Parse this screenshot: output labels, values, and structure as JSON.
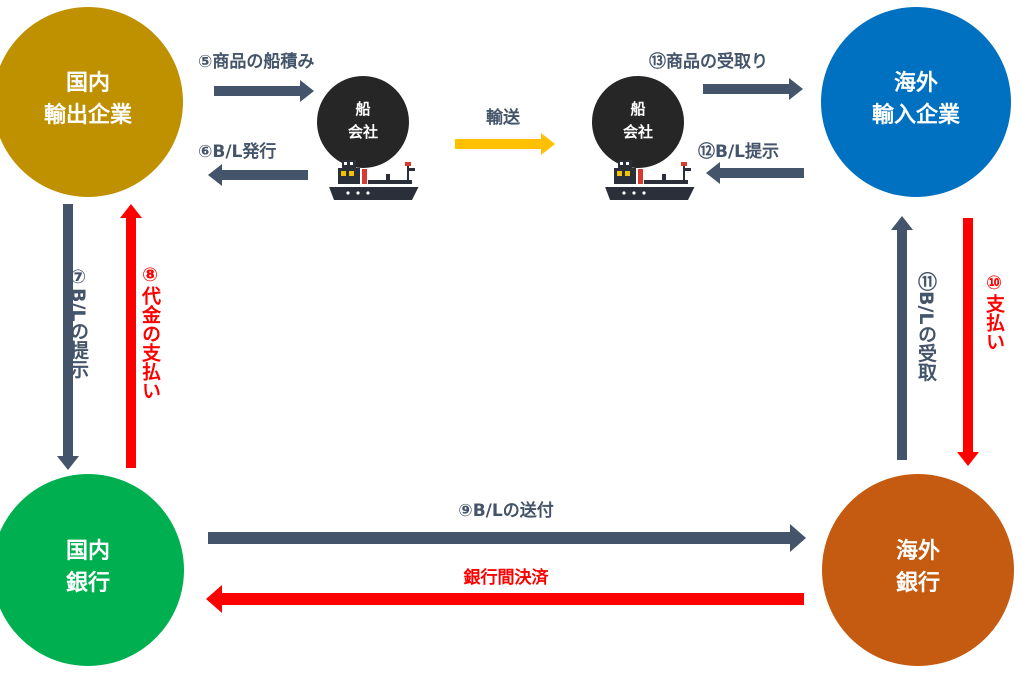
{
  "colors": {
    "domestic_exporter": "#BF9000",
    "overseas_importer": "#0070C0",
    "domestic_bank": "#00B050",
    "overseas_bank": "#C55A11",
    "carrier": "#262626",
    "arrow_dark": "#44546A",
    "arrow_red": "#FF0000",
    "arrow_yellow": "#FFC000",
    "node_text": "#FFFFFF"
  },
  "nodes": {
    "domestic_exporter": {
      "line1": "国内",
      "line2": "輸出企業"
    },
    "overseas_importer": {
      "line1": "海外",
      "line2": "輸入企業"
    },
    "domestic_bank": {
      "line1": "国内",
      "line2": "銀行"
    },
    "overseas_bank": {
      "line1": "海外",
      "line2": "銀行"
    },
    "carrier_left": {
      "line1": "船",
      "line2": "会社"
    },
    "carrier_right": {
      "line1": "船",
      "line2": "会社"
    }
  },
  "flows": {
    "step5": "⑤商品の船積み",
    "step6": "⑥B/L発行",
    "transport": "輸送",
    "step13": "⑬商品の受取り",
    "step12": "⑫B/L提示",
    "step7": "⑦B/Lの提示",
    "step8": "⑧代金の支払い",
    "step11": "⑪B/Lの受取",
    "step10": "⑩支払い",
    "step9": "⑨B/Lの送付",
    "interbank": "銀行間決済"
  }
}
